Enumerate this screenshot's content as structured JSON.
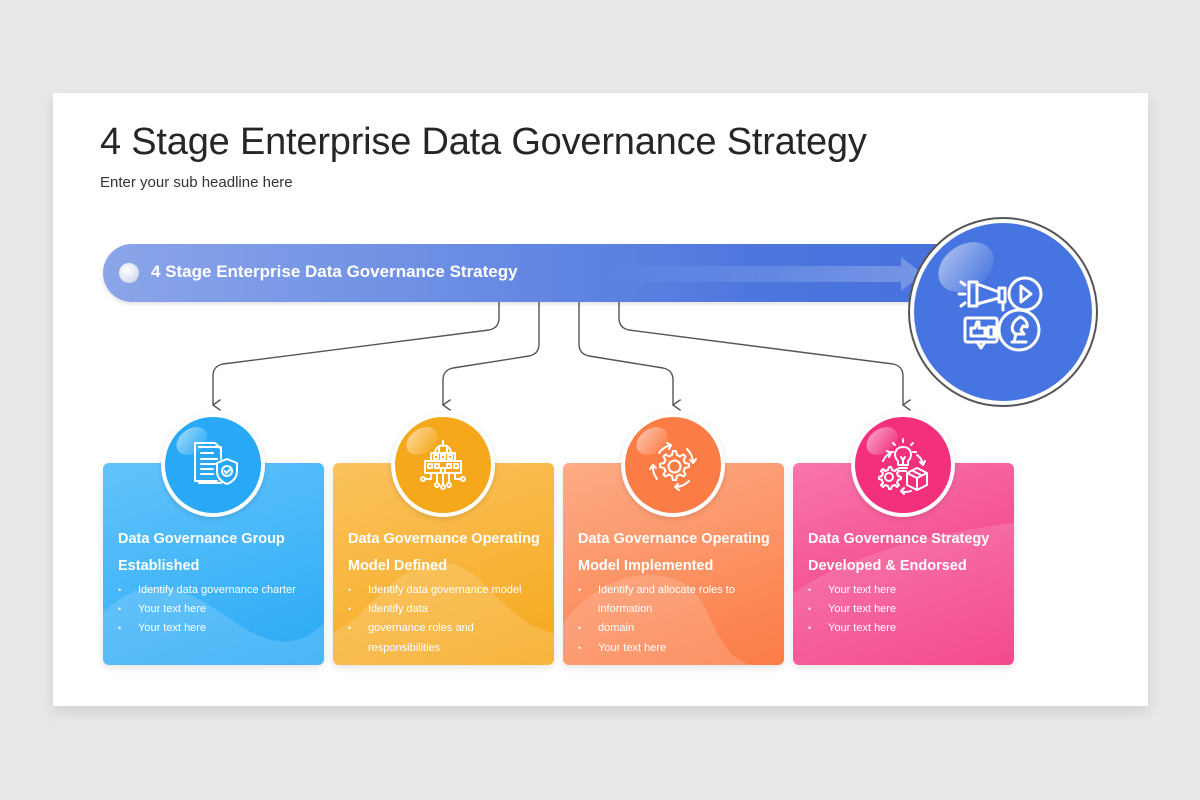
{
  "header": {
    "title": "4 Stage Enterprise Data Governance Strategy",
    "subtitle": "Enter your sub headline here"
  },
  "banner": {
    "label": "4 Stage Enterprise Data Governance Strategy",
    "color_start": "#8ba5e9",
    "color_end": "#4570dc"
  },
  "hub": {
    "icon": "marketing-strategy-icon",
    "color": "#4674e0"
  },
  "stages": [
    {
      "title": "Data Governance Group Established",
      "icon": "document-shield-icon",
      "color": "#29a9f5",
      "items": [
        "Identify data governance charter",
        "Your text here",
        "Your text here"
      ]
    },
    {
      "title": "Data Governance Operating Model Defined",
      "icon": "building-network-icon",
      "color": "#f6a81c",
      "items": [
        "Identify data governance model",
        "Identify data",
        "governance roles and",
        "responsibilities"
      ]
    },
    {
      "title": "Data Governance Operating Model Implemented",
      "icon": "gear-cycle-icon",
      "color": "#fb7c45",
      "items": [
        "Identify and allocate roles to",
        "information",
        "domain",
        "Your text here"
      ]
    },
    {
      "title": "Data Governance Strategy Developed & Endorsed",
      "icon": "idea-gear-box-icon",
      "color": "#f2307c",
      "items": [
        "Your text here",
        "Your text here",
        "Your text here"
      ]
    }
  ]
}
